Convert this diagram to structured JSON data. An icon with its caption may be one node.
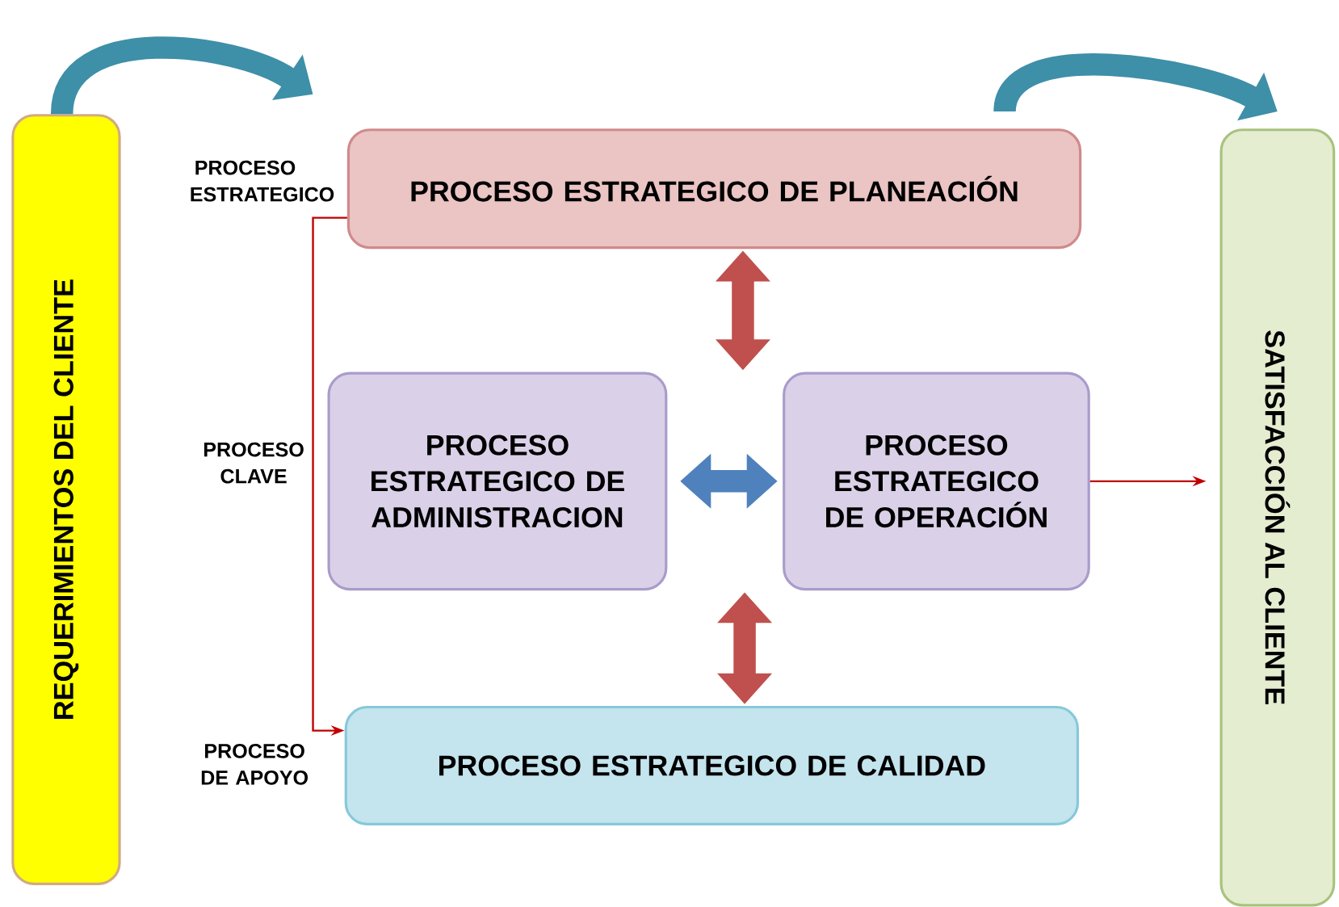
{
  "diagram": {
    "nodes": [
      {
        "text": [
          "REQUERIMIENTOS DEL CLIENTE"
        ]
      },
      {
        "text": [
          "PROCESO ESTRATEGICO DE PLANEACIÓN"
        ]
      },
      {
        "text": [
          "PROCESO ESTRATEGICO DE ADMINISTRACION"
        ]
      },
      {
        "text": [
          "PROCESO ESTRATEGICO DE OPERACIÓN"
        ]
      },
      {
        "text": [
          "PROCESO ESTRATEGICO DE CALIDAD"
        ]
      },
      {
        "text": [
          "SATISFACCIÓN AL CLIENTE"
        ]
      }
    ],
    "edges": [
      {
        "from": 0,
        "to": 1,
        "arrow": "to",
        "color": "#3e8fa8"
      },
      {
        "from": 1,
        "to": 5,
        "arrow": "to",
        "color": "#3e8fa8"
      },
      {
        "from": 1,
        "to": 4,
        "arrow": "to",
        "color": "#c00000"
      },
      {
        "from": 1,
        "to": 3,
        "arrow": "both",
        "color": "#c0504d"
      },
      {
        "from": 3,
        "to": 4,
        "arrow": "both",
        "color": "#c0504d"
      },
      {
        "from": 2,
        "to": 3,
        "arrow": "both",
        "color": "#4f81bd"
      },
      {
        "from": 3,
        "to": 5,
        "arrow": "to",
        "color": "#c00000"
      }
    ],
    "labels": [
      "PROCESO ESTRATEGICO",
      "PROCESO CLAVE",
      "PROCESO DE APOYO"
    ]
  }
}
